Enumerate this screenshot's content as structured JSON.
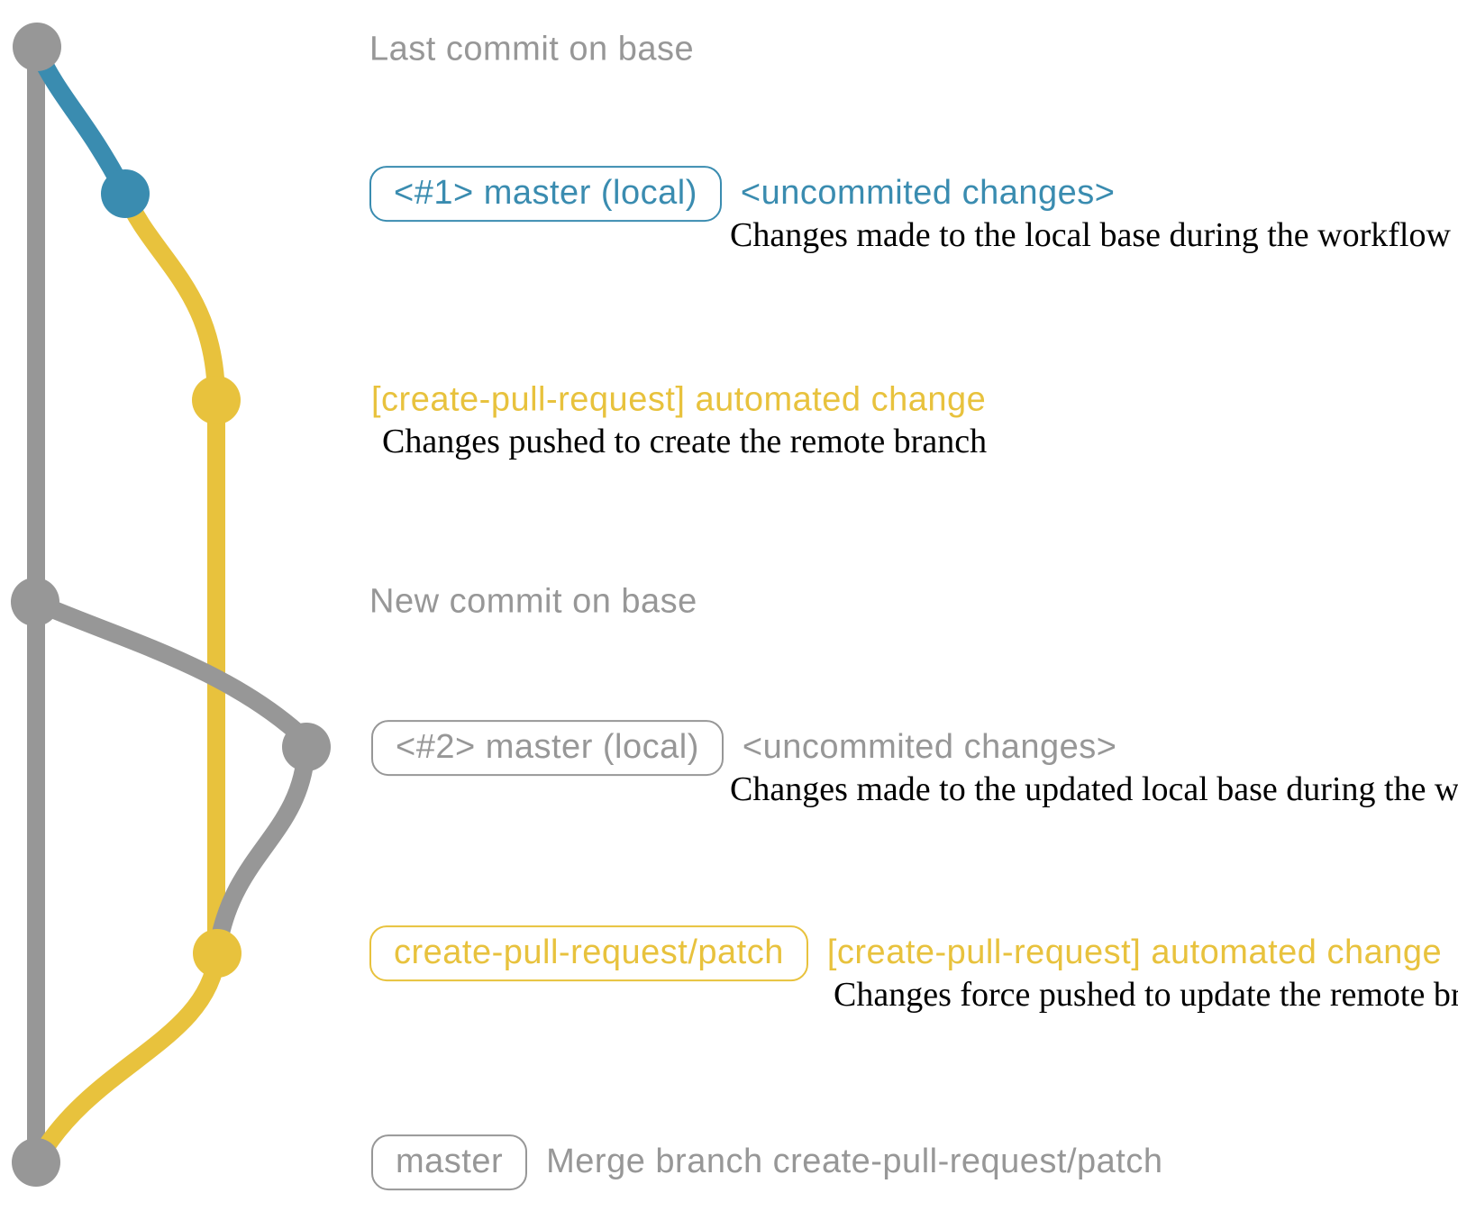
{
  "colors": {
    "gray": "#979797",
    "blue": "#3a8cb0",
    "yellow": "#e8c23d",
    "black": "#000000",
    "background": "#ffffff"
  },
  "graph": {
    "type": "git-branch-diagram",
    "commit_count": 7,
    "branches": [
      {
        "name": "base",
        "color_key": "gray"
      },
      {
        "name": "master (local) #1",
        "color_key": "blue"
      },
      {
        "name": "create-pull-request/patch",
        "color_key": "yellow"
      },
      {
        "name": "master (local) #2",
        "color_key": "gray"
      }
    ]
  },
  "annotations": {
    "row1": {
      "text": "Last commit on base"
    },
    "row2": {
      "badge": "<#1> master (local)",
      "label": "<uncommited changes>",
      "description": "Changes made to the local base during the workflow"
    },
    "row3": {
      "label": "[create-pull-request] automated change",
      "description": "Changes pushed to create the remote branch"
    },
    "row4": {
      "text": "New commit on base"
    },
    "row5": {
      "badge": "<#2> master (local)",
      "label": "<uncommited changes>",
      "description": "Changes made to the updated local base during the workflow"
    },
    "row6": {
      "badge": "create-pull-request/patch",
      "label": "[create-pull-request] automated change",
      "description": "Changes force pushed to update the remote branch"
    },
    "row7": {
      "badge": "master",
      "label": "Merge branch create-pull-request/patch"
    }
  }
}
